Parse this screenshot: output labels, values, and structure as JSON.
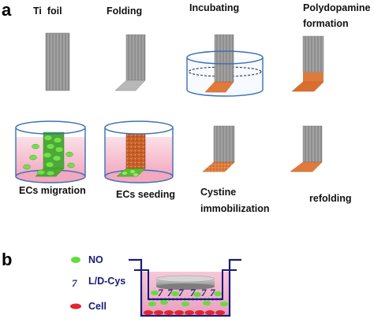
{
  "panel_a": {
    "label": "a",
    "steps": {
      "ti_foil": "Ti  foil",
      "folding": "Folding",
      "incubating": "Incubating",
      "polydopamine_1": "Polydopamine",
      "polydopamine_2": "formation",
      "ecs_migration": "ECs migration",
      "ecs_seeding": "ECs seeding",
      "cystine_1": "Cystine",
      "cystine_2": "immobilization",
      "refolding": "refolding"
    }
  },
  "panel_b": {
    "label": "b",
    "legend": {
      "no": "NO",
      "cys": "L/D-Cys",
      "cys_symbol": "7",
      "cell": "Cell"
    }
  },
  "colors": {
    "foil": "#8c8c8c",
    "foil_stripe": "#a4a4a4",
    "pda": "#e07a3a",
    "dish_outline": "#3b6fb5",
    "medium": "#f6c4d2",
    "no_green": "#62dd3a",
    "cell_red": "#e5232e",
    "cys_navy": "#1a1a7a"
  }
}
